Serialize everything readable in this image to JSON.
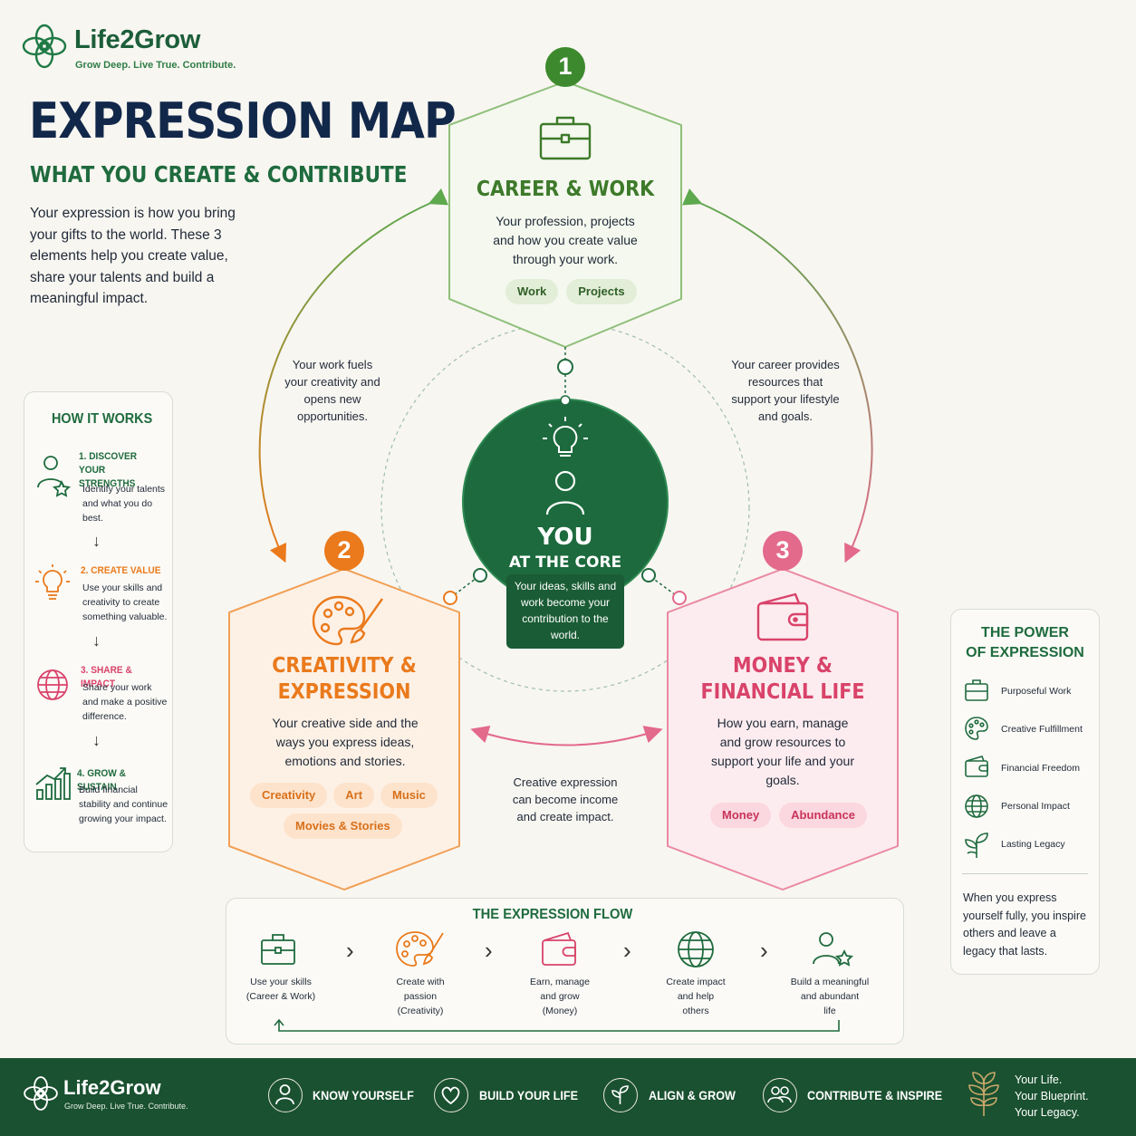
{
  "brand": {
    "name": "Life2Grow",
    "tagline": "Grow Deep. Live True. Contribute."
  },
  "title": "EXPRESSION MAP",
  "subtitle": "WHAT YOU CREATE & CONTRIBUTE",
  "intro": "Your expression is how you bring your gifts to the world. These 3 elements help you create value, share your talents and build a meaningful impact.",
  "how_it_works": {
    "title": "HOW IT WORKS",
    "steps": [
      {
        "title": "1. DISCOVER YOUR STRENGTHS",
        "text": "Identify your talents and what you do best.",
        "icon": "person-star-icon",
        "color": "#1f6b3e"
      },
      {
        "title": "2. CREATE VALUE",
        "text": "Use your skills and creativity to create something valuable.",
        "icon": "lightbulb-icon",
        "color": "#ea7a1c"
      },
      {
        "title": "3. SHARE & IMPACT",
        "text": "Share your work and make a positive difference.",
        "icon": "globe-icon",
        "color": "#d9436a"
      },
      {
        "title": "4. GROW & SUSTAIN",
        "text": "Build financial stability and continue growing your impact.",
        "icon": "growth-chart-icon",
        "color": "#1f6b3e"
      }
    ]
  },
  "nodes": {
    "career": {
      "number": "1",
      "title": "CAREER & WORK",
      "text": "Your profession, projects and how you create value through your work.",
      "tags": [
        "Work",
        "Projects"
      ],
      "icon": "briefcase-icon",
      "color": "#3d7a2a"
    },
    "creativity": {
      "number": "2",
      "title_line1": "CREATIVITY &",
      "title_line2": "EXPRESSION",
      "text": "Your creative side and the ways you express ideas, emotions and stories.",
      "tags": [
        "Creativity",
        "Art",
        "Music",
        "Movies & Stories"
      ],
      "icon": "palette-icon",
      "color": "#ea7a1c"
    },
    "money": {
      "number": "3",
      "title_line1": "MONEY &",
      "title_line2": "FINANCIAL LIFE",
      "text": "How you earn, manage and grow resources to support your life and your goals.",
      "tags": [
        "Money",
        "Abundance"
      ],
      "icon": "wallet-icon",
      "color": "#d9436a"
    }
  },
  "core": {
    "title": "YOU",
    "subtitle": "AT THE CORE",
    "text": "Your ideas, skills and work become your contribution to the world."
  },
  "notes": {
    "left": "Your work fuels your creativity and opens new opportunities.",
    "right": "Your career provides resources that support your lifestyle and goals.",
    "bottom": "Creative expression can become income and create impact."
  },
  "power": {
    "title_line1": "THE POWER",
    "title_line2": "OF EXPRESSION",
    "items": [
      {
        "label": "Purposeful Work",
        "icon": "briefcase-icon"
      },
      {
        "label": "Creative Fulfillment",
        "icon": "palette-icon"
      },
      {
        "label": "Financial Freedom",
        "icon": "wallet-icon"
      },
      {
        "label": "Personal Impact",
        "icon": "globe-icon"
      },
      {
        "label": "Lasting Legacy",
        "icon": "sprout-icon"
      }
    ],
    "closing": "When you express yourself fully, you inspire others and leave a legacy that lasts."
  },
  "flow": {
    "title": "THE EXPRESSION FLOW",
    "steps": [
      {
        "line1": "Use your skills",
        "line2": "(Career & Work)",
        "line3": "",
        "icon": "briefcase-icon"
      },
      {
        "line1": "Create with",
        "line2": "passion",
        "line3": "(Creativity)",
        "icon": "palette-icon"
      },
      {
        "line1": "Earn, manage",
        "line2": "and grow",
        "line3": "(Money)",
        "icon": "wallet-icon"
      },
      {
        "line1": "Create impact",
        "line2": "and help",
        "line3": "others",
        "icon": "globe-icon"
      },
      {
        "line1": "Build a meaningful",
        "line2": "and abundant",
        "line3": "life",
        "icon": "person-star-icon"
      }
    ],
    "arrow": "›"
  },
  "footer": {
    "brand": "Life2Grow",
    "tagline": "Grow Deep. Live True. Contribute.",
    "items": [
      {
        "label": "KNOW YOURSELF",
        "icon": "person-icon"
      },
      {
        "label": "BUILD YOUR LIFE",
        "icon": "heart-icon"
      },
      {
        "label": "ALIGN & GROW",
        "icon": "sprout-icon"
      },
      {
        "label": "CONTRIBUTE & INSPIRE",
        "icon": "people-icon"
      }
    ],
    "closing_line1": "Your Life.",
    "closing_line2": "Your Blueprint.",
    "closing_line3": "Your Legacy."
  },
  "arrow_down": "↓"
}
